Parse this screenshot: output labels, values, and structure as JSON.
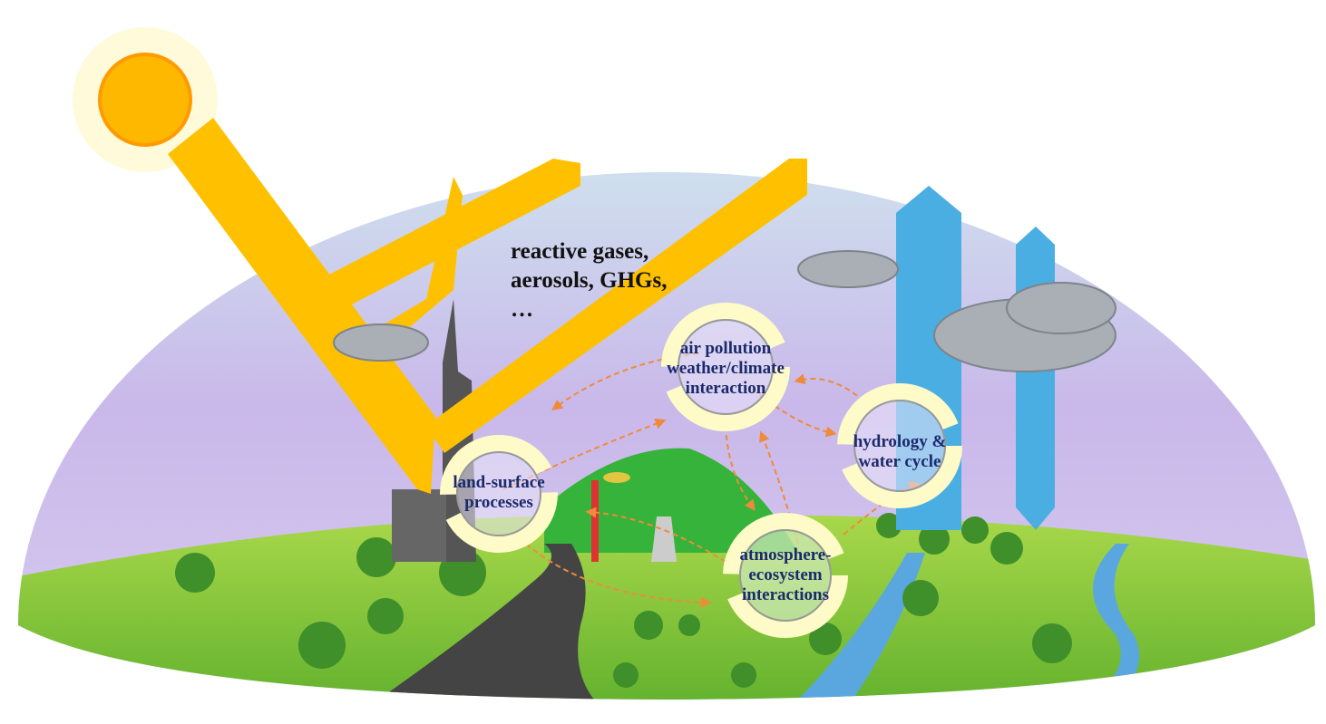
{
  "annotation": {
    "line1": "reactive gases,",
    "line2": "aerosols, GHGs,",
    "line3": "…"
  },
  "cycles": {
    "air_pollution": {
      "line1": "air pollution",
      "line2": "weather/climate",
      "line3": "interaction"
    },
    "land_surface": {
      "line1": "land-surface",
      "line2": "processes"
    },
    "hydrology": {
      "line1": "hydrology &",
      "line2": "water cycle"
    },
    "atmosphere_ecosystem": {
      "line1": "atmosphere-",
      "line2": "ecosystem",
      "line3": "interactions"
    }
  },
  "colors": {
    "sun_beam": "#FFC000",
    "water_arrow": "#4BAEE3",
    "label_text": "#1B2A6B",
    "cycle_arrow": "#FFFBC8",
    "link_arrow": "#F08A3A"
  }
}
